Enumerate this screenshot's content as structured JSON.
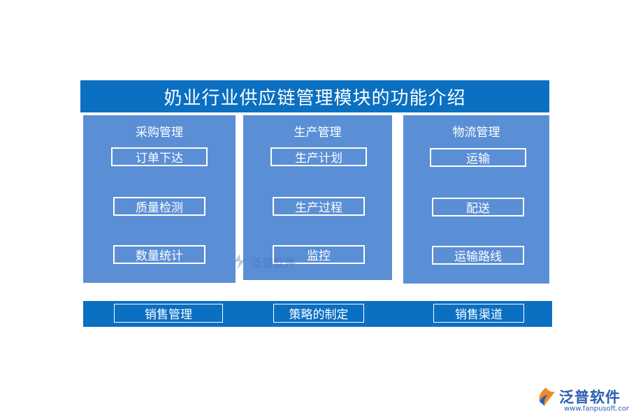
{
  "title": "奶业行业供应链管理模块的功能介绍",
  "panels": [
    {
      "title": "采购管理",
      "items": [
        "订单下达",
        "质量检测",
        "数量统计"
      ]
    },
    {
      "title": "生产管理",
      "items": [
        "生产计划",
        "生产过程",
        "监控"
      ]
    },
    {
      "title": "物流管理",
      "items": [
        "运输",
        "配送",
        "运输路线"
      ]
    }
  ],
  "bottom": {
    "items": [
      "销售管理",
      "策略的制定",
      "销售渠道"
    ]
  },
  "watermark": {
    "text": "泛普软件"
  },
  "logo": {
    "name": "泛普软件",
    "url": "www.fanpusoft.com",
    "icon": "fanpu-logo-icon"
  },
  "colors": {
    "title_bar": "#0b6fc2",
    "panel": "#5a8fd6",
    "bottom_bar": "#0b6fc2",
    "box_border": "#ffffff"
  }
}
